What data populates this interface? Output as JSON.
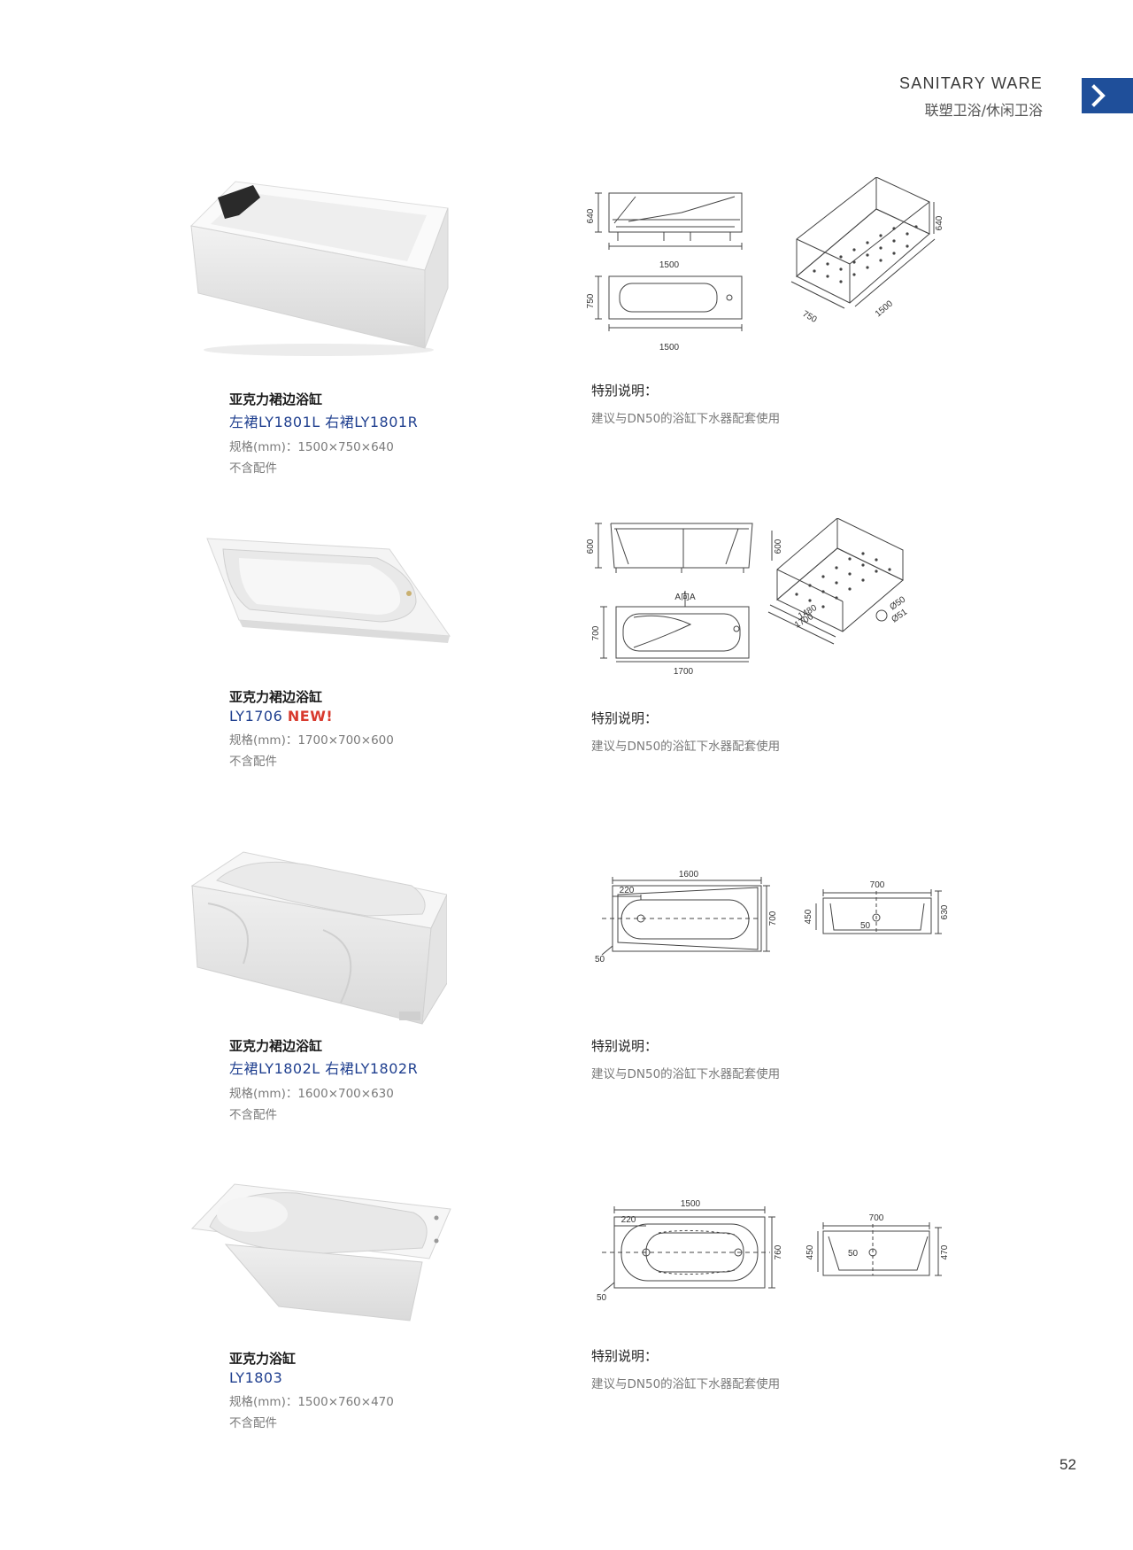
{
  "header": {
    "title_en": "SANITARY WARE",
    "title_cn": "联塑卫浴/休闲卫浴"
  },
  "page_number": "52",
  "note_heading": "特别说明：",
  "note_text": "建议与DN50的浴缸下水器配套使用",
  "products": [
    {
      "name": "亚克力裙边浴缸",
      "model": "左裙LY1801L  右裙LY1801R",
      "spec": "规格(mm)：1500×750×640",
      "accessories": "不含配件",
      "dims": {
        "h": "640",
        "l": "1500",
        "w": "750",
        "l2": "1500",
        "w3d": "750",
        "l3d": "1500",
        "h3d": "640"
      }
    },
    {
      "name": "亚克力裙边浴缸",
      "model": "LY1706",
      "badge": "NEW!",
      "spec": "规格(mm)：1700×700×600",
      "accessories": "不含配件",
      "dims": {
        "h": "600",
        "view": "A向A",
        "w": "700",
        "l": "1700",
        "h3d": "600",
        "l3d_inner": "1480",
        "l3d": "1700",
        "d1": "Ø50",
        "d2": "Ø51"
      }
    },
    {
      "name": "亚克力裙边浴缸",
      "model": "左裙LY1802L  右裙LY1802R",
      "spec": "规格(mm)：1600×700×630",
      "accessories": "不含配件",
      "dims": {
        "l": "1600",
        "offset": "220",
        "w": "700",
        "drain": "50",
        "side_w": "700",
        "inner_h": "450",
        "h": "630",
        "side_drain": "50"
      }
    },
    {
      "name": "亚克力浴缸",
      "model": "LY1803",
      "spec": "规格(mm)：1500×760×470",
      "accessories": "不含配件",
      "dims": {
        "l": "1500",
        "offset": "220",
        "w": "760",
        "drain": "50",
        "side_w": "700",
        "inner_h": "450",
        "h": "470",
        "side_drain": "50"
      }
    }
  ]
}
